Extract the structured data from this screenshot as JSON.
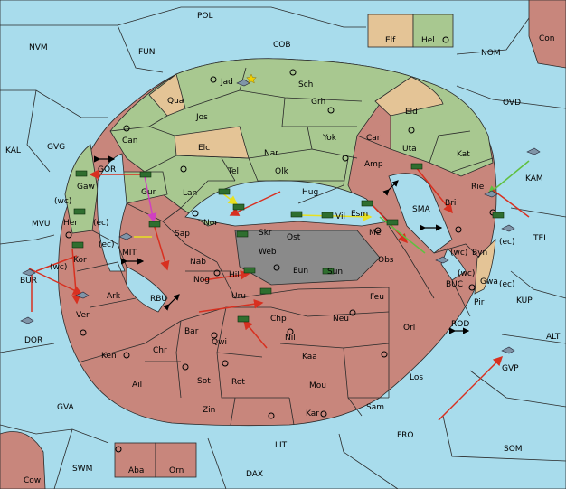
{
  "colors": {
    "sea": "#a8dcec",
    "green_power": "#a8c890",
    "red_power": "#c8867c",
    "neutral_tan": "#e4c496",
    "center_grey": "#8a8a8a",
    "order_red": "#d83020",
    "order_yellow": "#e8e020",
    "order_green": "#60c040",
    "order_magenta": "#d040c0"
  },
  "sea_labels": {
    "POL": "POL",
    "COB": "COB",
    "FUN": "FUN",
    "NVM": "NVM",
    "NOM": "NOM",
    "OVD": "OVD",
    "Con": "Con",
    "KAL": "KAL",
    "GVG": "GVG",
    "MVU": "MVU",
    "GOR": "GOR",
    "MIT": "MIT",
    "RBU": "RBU",
    "SMA": "SMA",
    "KAM": "KAM",
    "TEI": "TEI",
    "BUC": "BUC",
    "KUP": "KUP",
    "ROD": "ROD",
    "ALT": "ALT",
    "GVP": "GVP",
    "BUR": "BUR",
    "DOR": "DOR",
    "GVA": "GVA",
    "LIT": "LIT",
    "FRO": "FRO",
    "SOM": "SOM",
    "SWM": "SWM",
    "DAX": "DAX",
    "Cow": "Cow"
  },
  "land_labels": {
    "Elf": "Elf",
    "Hel": "Hel",
    "Jad": "Jad",
    "Sch": "Sch",
    "Qua": "Qua",
    "Jos": "Jos",
    "Grh": "Grh",
    "Eld": "Eld",
    "Can": "Can",
    "Yok": "Yok",
    "Car": "Car",
    "Elc": "Elc",
    "Nar": "Nar",
    "Uta": "Uta",
    "Kat": "Kat",
    "Gaw": "Gaw",
    "Tel": "Tel",
    "Olk": "Olk",
    "Amp": "Amp",
    "Gur": "Gur",
    "Lan": "Lan",
    "Hug": "Hug",
    "Bri": "Bri",
    "Rie": "Rie",
    "Her": "Her",
    "Nor": "Nor",
    "Vil": "Vil",
    "Esm": "Esm",
    "Sap": "Sap",
    "Skr": "Skr",
    "Ost": "Ost",
    "Mel": "Mel",
    "Kor": "Kor",
    "Web": "Web",
    "Obs": "Obs",
    "Byn": "Byn",
    "Nab": "Nab",
    "Eun": "Eun",
    "Sun": "Sun",
    "Gwa": "Gwa",
    "Nog": "Nog",
    "Hil": "Hil",
    "Ark": "Ark",
    "Uru": "Uru",
    "Feu": "Feu",
    "Pir": "Pir",
    "Ver": "Ver",
    "Chp": "Chp",
    "Neu": "Neu",
    "Orl": "Orl",
    "Bar": "Bar",
    "Qwi": "Qwi",
    "Nil": "Nil",
    "Ken": "Ken",
    "Chr": "Chr",
    "Kaa": "Kaa",
    "Ail": "Ail",
    "Sot": "Sot",
    "Rot": "Rot",
    "Mou": "Mou",
    "Los": "Los",
    "Zin": "Zin",
    "Kar": "Kar",
    "Sam": "Sam",
    "Aba": "Aba",
    "Orn": "Orn"
  },
  "coast_tags": {
    "gaw_wc": "(wc)",
    "her_ec": "(ec)",
    "kor_ec": "(ec)",
    "bur_wc": "(wc)",
    "byn_wc": "(wc)",
    "gwa_ec": "(ec)",
    "pir_wc": "(wc)",
    "rie_ec": "(ec)"
  }
}
